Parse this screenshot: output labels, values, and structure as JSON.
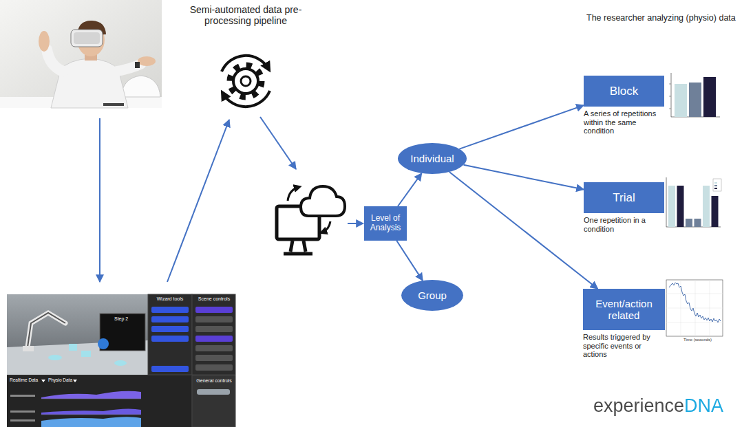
{
  "diagram": {
    "nodes": [
      {
        "text": [
          "Level of Analysis"
        ]
      },
      {
        "text": [
          "Individual"
        ]
      },
      {
        "text": [
          "Group"
        ]
      },
      {
        "text": [
          "Block",
          "A series of repetitions within the same condition"
        ]
      },
      {
        "text": [
          "Trial",
          "One repetition in a condition"
        ]
      },
      {
        "text": [
          "Event/action related",
          "Results triggered by specific events or actions"
        ]
      }
    ],
    "edges": [
      {
        "from": 0,
        "to": 1,
        "arrow": "to"
      },
      {
        "from": 0,
        "to": 2,
        "arrow": "to"
      },
      {
        "from": 1,
        "to": 3,
        "arrow": "to"
      },
      {
        "from": 1,
        "to": 4,
        "arrow": "to"
      },
      {
        "from": 1,
        "to": 5,
        "arrow": "to"
      }
    ],
    "labels": [
      "Semi-automated data pre-processing pipeline",
      "The researcher analyzing (physio) data",
      "Wizard tools",
      "Scene controls",
      "Step 2",
      "Realtime Data",
      "Physio Data",
      "General controls",
      "Time (seconds)",
      "experienceDNA"
    ]
  }
}
